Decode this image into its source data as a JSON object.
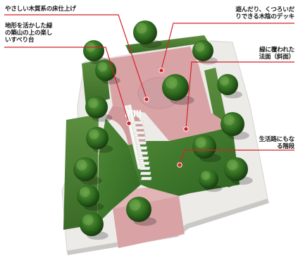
{
  "annotations": {
    "floor_finish": "やさしい木質系の床仕上げ",
    "slide": "地形を活かした緑\nの築山の上の楽し\nいすべり台",
    "deck": "遊んだり、くつろいだ\nりできる木陰のデッキ",
    "slope": "緑に覆われた\n法面（斜面）",
    "stairs": "生活路にもな\nる階段"
  },
  "colors": {
    "callout_line": "#d2232a",
    "callout_dot": "#d2232a",
    "lawn": "#3f7a2c",
    "pink_paving": "#d9a3a6",
    "white_paving": "#efefed",
    "tree": "#2f6a1f"
  }
}
